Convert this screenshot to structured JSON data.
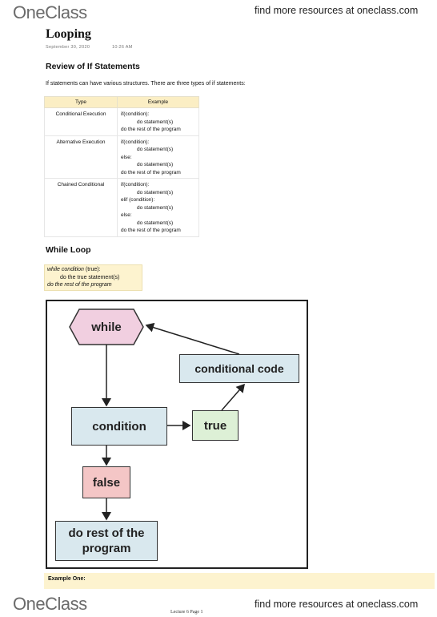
{
  "header": {
    "logo": "OneClass",
    "promo": "find more resources at oneclass.com"
  },
  "page": {
    "title": "Looping",
    "date": "September 30, 2020",
    "time": "10:26 AM"
  },
  "section1": {
    "heading": "Review of If Statements",
    "intro": "If statements can have various structures. There are three types of if statements:",
    "table": {
      "headers": [
        "Type",
        "Example"
      ],
      "rows": [
        {
          "type": "Conditional Execution",
          "lines": [
            "if(condition):",
            "do statement(s)",
            "do the rest of the program"
          ],
          "indent": [
            false,
            true,
            false
          ]
        },
        {
          "type": "Alternative Execution",
          "lines": [
            "if(condition):",
            "do statement(s)",
            "else:",
            "do statement(s)",
            "do the rest of the program"
          ],
          "indent": [
            false,
            true,
            false,
            true,
            false
          ]
        },
        {
          "type": "Chained Conditional",
          "lines": [
            "if(condition):",
            "do statement(s)",
            "elif (condition):",
            "do statement(s)",
            "else:",
            "do statement(s)",
            "do the rest of the program"
          ],
          "indent": [
            false,
            true,
            false,
            true,
            false,
            true,
            false
          ]
        }
      ]
    }
  },
  "section2": {
    "heading": "While Loop",
    "code": {
      "line1_kw": "while",
      "line1_cond": "condition",
      "line1_rest": "(true):",
      "line2": "do the true statement(s)",
      "line3": "do the rest of the program"
    },
    "diagram": {
      "while": "while",
      "conditional_code": "conditional code",
      "condition": "condition",
      "true": "true",
      "false": "false",
      "rest": "do rest of the program"
    },
    "colors": {
      "while_fill": "#f1cfe0",
      "node_fill": "#d9e8ee",
      "true_fill": "#ddf0d6",
      "false_fill": "#f4c6c6"
    }
  },
  "example": {
    "label": "Example One:"
  },
  "footer": {
    "logo": "OneClass",
    "page_label": "Lecture 6 Page 1",
    "promo": "find more resources at oneclass.com"
  }
}
